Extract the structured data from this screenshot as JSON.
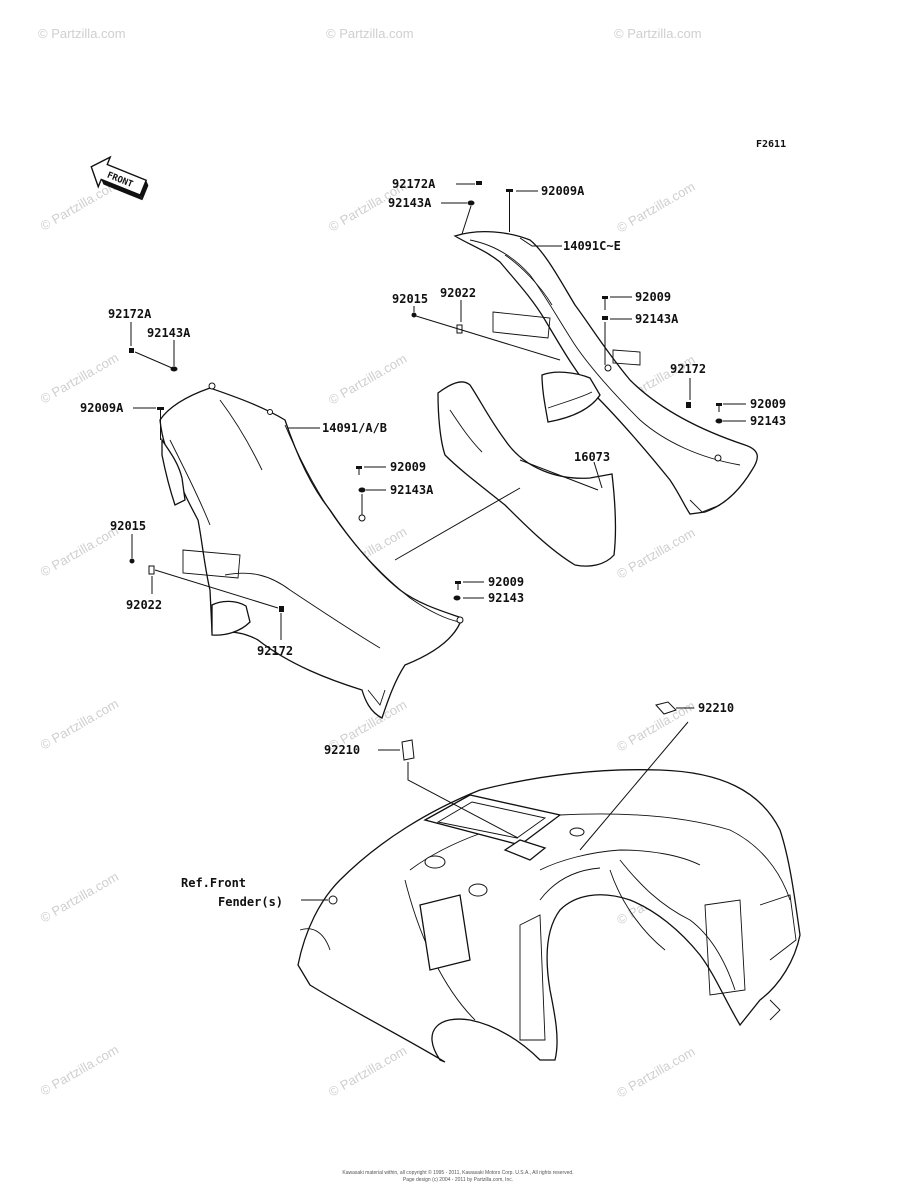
{
  "figure_code": "F2611",
  "front_marker": "FRONT",
  "watermark": "© Partzilla.com",
  "labels": {
    "r_92172A": "92172A",
    "r_92143A": "92143A",
    "r_92009A": "92009A",
    "r_14091CE": "14091C~E",
    "r_92015": "92015",
    "r_92022": "92022",
    "r_92009_a": "92009",
    "r_92143A_b": "92143A",
    "r_92172": "92172",
    "r_92009_b": "92009",
    "r_92143": "92143",
    "p_16073": "16073",
    "l_92172A": "92172A",
    "l_92143A": "92143A",
    "l_92009A": "92009A",
    "l_14091AB": "14091/A/B",
    "l_92009_a": "92009",
    "l_92143A_b": "92143A",
    "l_92015": "92015",
    "l_92022": "92022",
    "l_92009_b": "92009",
    "l_92143": "92143",
    "l_92172": "92172",
    "c_92210_right": "92210",
    "c_92210_left": "92210",
    "ref_front_line1": "Ref.Front",
    "ref_front_line2": "Fender(s)"
  },
  "copyright_line1": "Kawasaki material within, all copyright © 1995 - 2011, Kawasaki Motors Corp. U.S.A., All rights reserved.",
  "copyright_line2": "Page design (c) 2004 - 2011 by Partzilla.com, Inc."
}
